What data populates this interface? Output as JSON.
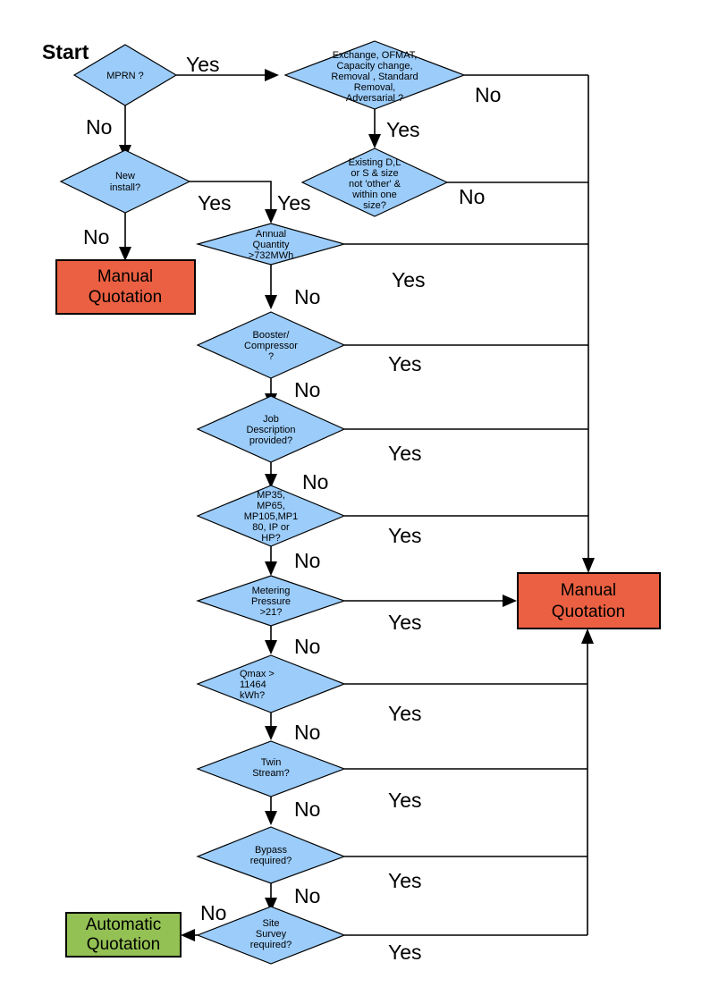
{
  "diagram": {
    "title_label": "Start",
    "colors": {
      "decision_fill": "#9BCCFA",
      "manual_fill": "#EB6042",
      "automatic_fill": "#94C154",
      "stroke": "#000000",
      "background": "#FFFFFF"
    },
    "decisions": [
      {
        "id": "mprn",
        "lines": [
          "MPRN ?"
        ]
      },
      {
        "id": "exchange",
        "lines": [
          "Exchange, OFMAT,",
          "Capacity change,",
          "Removal , Standard",
          "Removal,",
          "Adversarial ?"
        ]
      },
      {
        "id": "new-install",
        "lines": [
          "New",
          "install?"
        ]
      },
      {
        "id": "existing-dls",
        "lines": [
          "Existing D,L",
          "or S & size",
          "not 'other' &",
          "within one",
          "size?"
        ]
      },
      {
        "id": "annual-quantity",
        "lines": [
          "Annual",
          "Quantity",
          ">732MWh"
        ]
      },
      {
        "id": "booster",
        "lines": [
          "Booster/",
          "Compressor",
          "?"
        ]
      },
      {
        "id": "job-description",
        "lines": [
          "Job",
          "Description",
          "provided?"
        ]
      },
      {
        "id": "mp-codes",
        "lines": [
          "MP35,",
          "MP65,",
          "MP105,MP1",
          "80, IP or",
          "HP?"
        ]
      },
      {
        "id": "metering-pressure",
        "lines": [
          "Metering",
          "Pressure",
          ">21?"
        ]
      },
      {
        "id": "qmax",
        "lines": [
          "Qmax >",
          "11464",
          "kWh?"
        ]
      },
      {
        "id": "twin-stream",
        "lines": [
          "Twin",
          "Stream?"
        ]
      },
      {
        "id": "bypass",
        "lines": [
          "Bypass",
          "required?"
        ]
      },
      {
        "id": "site-survey",
        "lines": [
          "Site",
          "Survey",
          "required?"
        ]
      }
    ],
    "terminals": [
      {
        "id": "manual-left",
        "lines": [
          "Manual",
          "Quotation"
        ],
        "kind": "manual"
      },
      {
        "id": "manual-right",
        "lines": [
          "Manual",
          "Quotation"
        ],
        "kind": "manual"
      },
      {
        "id": "automatic",
        "lines": [
          "Automatic",
          "Quotation"
        ],
        "kind": "automatic"
      }
    ],
    "edge_labels": {
      "mprn_yes": "Yes",
      "mprn_no": "No",
      "exchange_no": "No",
      "exchange_yes": "Yes",
      "new_install_yes": "Yes",
      "new_install_no": "No",
      "existing_no": "No",
      "existing_yes": "Yes",
      "annual_yes": "Yes",
      "annual_no": "No",
      "booster_yes": "Yes",
      "booster_no": "No",
      "job_yes": "Yes",
      "job_no": "No",
      "mp_yes": "Yes",
      "mp_no": "No",
      "metering_yes": "Yes",
      "metering_no": "No",
      "qmax_yes": "Yes",
      "qmax_no": "No",
      "twin_yes": "Yes",
      "twin_no": "No",
      "bypass_yes": "Yes",
      "bypass_no": "No",
      "site_no": "No",
      "site_yes": "Yes"
    }
  }
}
